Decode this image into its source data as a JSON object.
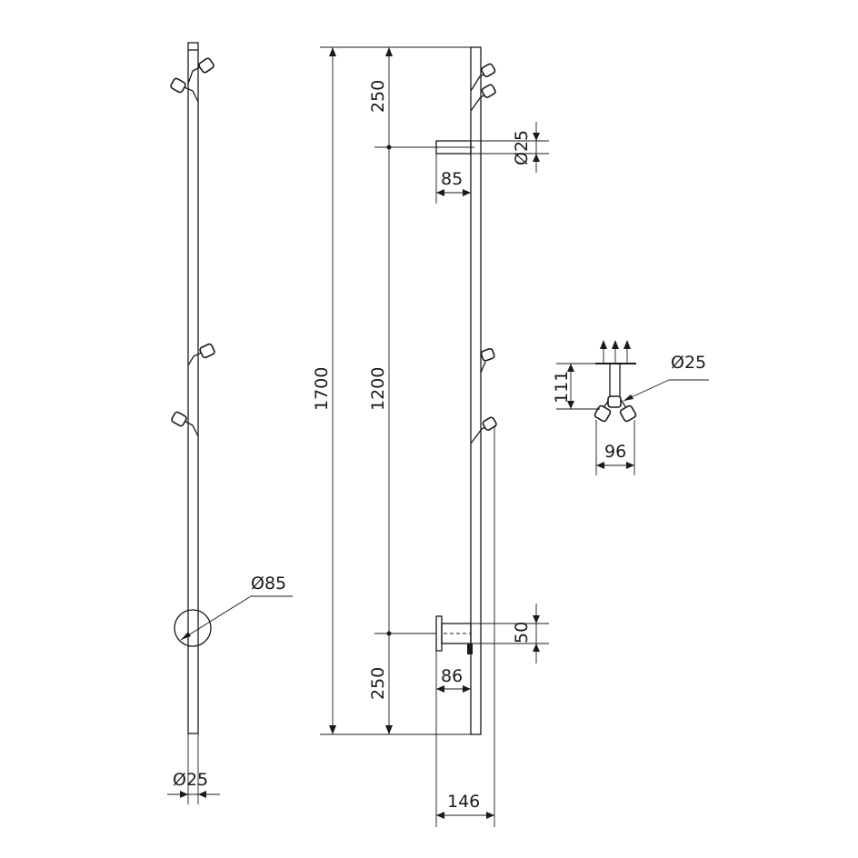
{
  "dimensions": {
    "total_height": "1700",
    "hook_spacing": "1200",
    "top_offset": "250",
    "bottom_offset": "250",
    "top_bracket_length": "85",
    "top_bracket_diameter": "Ø25",
    "bottom_bracket_length": "86",
    "bottom_bracket_height": "50",
    "overall_depth": "146",
    "base_diameter": "Ø85",
    "pole_diameter": "Ø25",
    "hook_height": "111",
    "hook_spread": "96",
    "hook_diameter": "Ø25"
  }
}
